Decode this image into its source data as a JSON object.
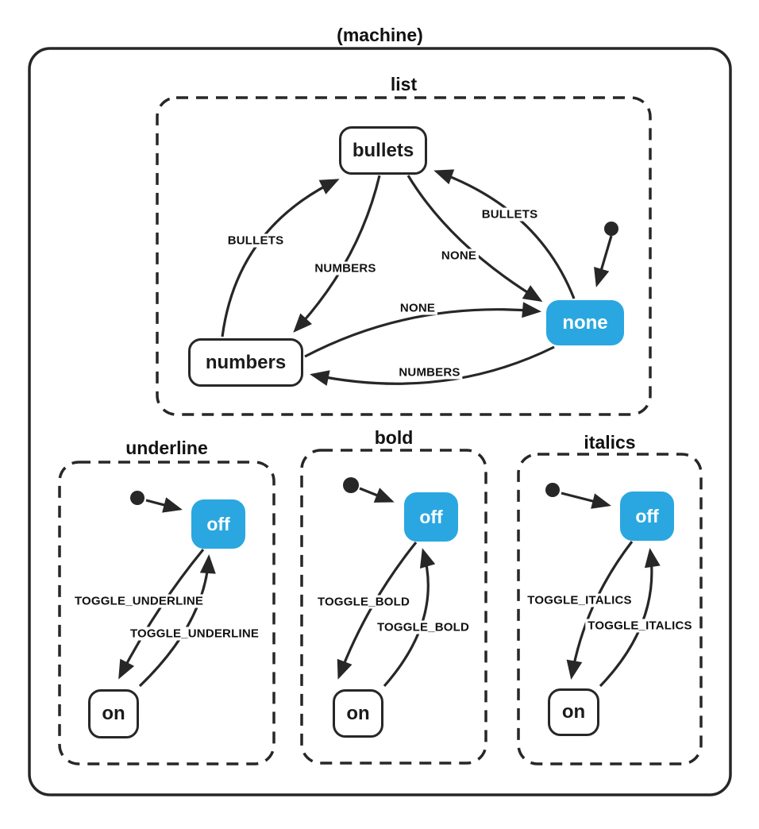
{
  "diagram": {
    "title": "(machine)",
    "type": "statechart",
    "colors": {
      "active_fill": "#2aa7e0",
      "active_text": "#ffffff",
      "stroke": "#272727",
      "state_fill": "#ffffff"
    },
    "regions": [
      {
        "name": "list",
        "title": "list",
        "initial": "none",
        "active_state": "none",
        "states": [
          {
            "name": "bullets",
            "active": false
          },
          {
            "name": "numbers",
            "active": false
          },
          {
            "name": "none",
            "active": true
          }
        ],
        "transitions": [
          {
            "event": "BULLETS",
            "from": "numbers",
            "to": "bullets"
          },
          {
            "event": "NUMBERS",
            "from": "bullets",
            "to": "numbers"
          },
          {
            "event": "NONE",
            "from": "bullets",
            "to": "none"
          },
          {
            "event": "BULLETS",
            "from": "none",
            "to": "bullets"
          },
          {
            "event": "NONE",
            "from": "numbers",
            "to": "none"
          },
          {
            "event": "NUMBERS",
            "from": "none",
            "to": "numbers"
          }
        ]
      },
      {
        "name": "underline",
        "title": "underline",
        "initial": "off",
        "active_state": "off",
        "states": [
          {
            "name": "off",
            "active": true
          },
          {
            "name": "on",
            "active": false
          }
        ],
        "transitions": [
          {
            "event": "TOGGLE_UNDERLINE",
            "from": "off",
            "to": "on"
          },
          {
            "event": "TOGGLE_UNDERLINE",
            "from": "on",
            "to": "off"
          }
        ]
      },
      {
        "name": "bold",
        "title": "bold",
        "initial": "off",
        "active_state": "off",
        "states": [
          {
            "name": "off",
            "active": true
          },
          {
            "name": "on",
            "active": false
          }
        ],
        "transitions": [
          {
            "event": "TOGGLE_BOLD",
            "from": "off",
            "to": "on"
          },
          {
            "event": "TOGGLE_BOLD",
            "from": "on",
            "to": "off"
          }
        ]
      },
      {
        "name": "italics",
        "title": "italics",
        "initial": "off",
        "active_state": "off",
        "states": [
          {
            "name": "off",
            "active": true
          },
          {
            "name": "on",
            "active": false
          }
        ],
        "transitions": [
          {
            "event": "TOGGLE_ITALICS",
            "from": "off",
            "to": "on"
          },
          {
            "event": "TOGGLE_ITALICS",
            "from": "on",
            "to": "off"
          }
        ]
      }
    ]
  }
}
